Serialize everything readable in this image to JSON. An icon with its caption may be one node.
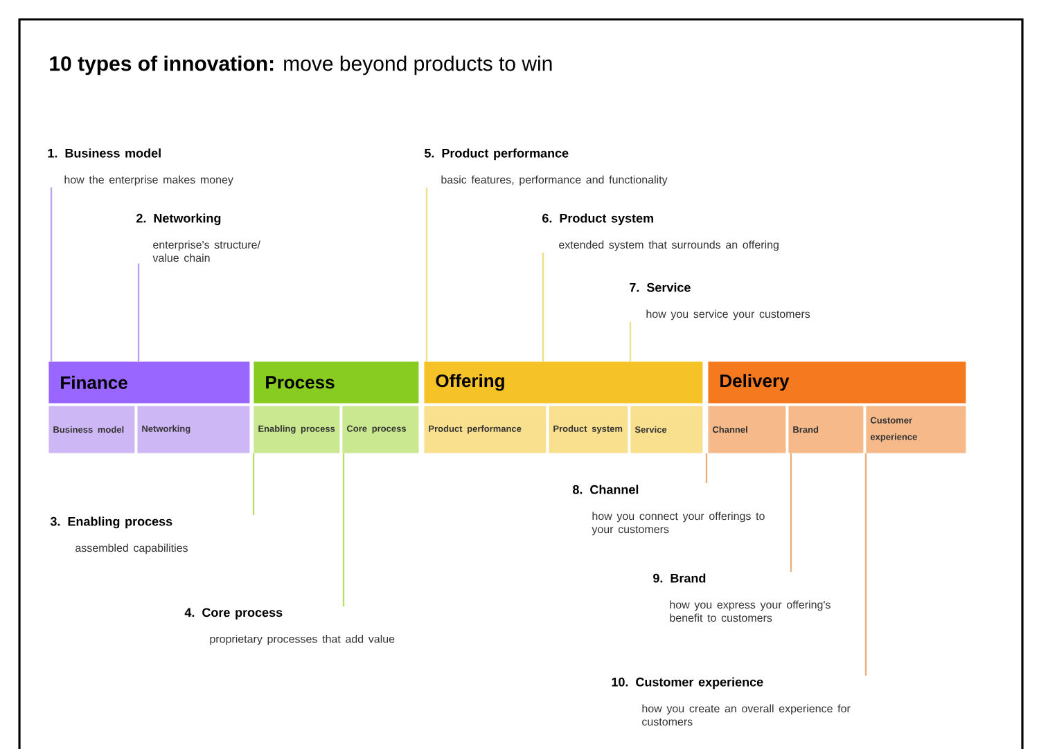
{
  "diagram": {
    "title": "**10 types of innovation:** move beyond products to win",
    "nodes": [
      {
        "text": [
          "1. Business model",
          "how the enterprise makes money"
        ]
      },
      {
        "text": [
          "5. Product performance",
          "basic features, performance and functionality"
        ]
      },
      {
        "text": [
          "2. Networking",
          "enterprise's structure/ value chain"
        ]
      },
      {
        "text": [
          "6. Product system",
          "extended system that surrounds an offering"
        ]
      },
      {
        "text": [
          "7. Service",
          "how you service your customers"
        ]
      },
      {
        "text": [
          "Finance"
        ]
      },
      {
        "text": [
          "Business model"
        ]
      },
      {
        "text": [
          "Networking"
        ]
      },
      {
        "text": [
          "Process"
        ]
      },
      {
        "text": [
          "Enabling process"
        ]
      },
      {
        "text": [
          "Core process"
        ]
      },
      {
        "text": [
          "Offering"
        ]
      },
      {
        "text": [
          "Product performance"
        ]
      },
      {
        "text": [
          "Product system"
        ]
      },
      {
        "text": [
          "Service"
        ]
      },
      {
        "text": [
          "Delivery"
        ]
      },
      {
        "text": [
          "Channel"
        ]
      },
      {
        "text": [
          "Brand"
        ]
      },
      {
        "text": [
          "Customer experience"
        ]
      },
      {
        "text": [
          "8. Channel",
          "how you connect your offerings to your customers"
        ]
      },
      {
        "text": [
          "3. Enabling process",
          "assembled capabilities"
        ]
      },
      {
        "text": [
          "9. Brand",
          "how you express your offering's benefit to customers"
        ]
      },
      {
        "text": [
          "4. Core process",
          "proprietary processes that add value"
        ]
      },
      {
        "text": [
          "10. Customer experience",
          "how you create an overall experience for customers"
        ]
      }
    ],
    "edges": [
      {
        "from": 0,
        "to": 5,
        "arrow": "none",
        "color": "#b9a3ee"
      },
      {
        "from": 2,
        "to": 5,
        "arrow": "none",
        "color": "#b9a3ee"
      },
      {
        "from": 1,
        "to": 11,
        "arrow": "none",
        "color": "#eedf8a"
      },
      {
        "from": 3,
        "to": 11,
        "arrow": "none",
        "color": "#eedf8a"
      },
      {
        "from": 4,
        "to": 11,
        "arrow": "none",
        "color": "#eedf8a"
      },
      {
        "from": 20,
        "to": 9,
        "arrow": "none",
        "color": "#b8dc6a"
      },
      {
        "from": 22,
        "to": 10,
        "arrow": "none",
        "color": "#b8dc6a"
      },
      {
        "from": 19,
        "to": 16,
        "arrow": "none",
        "color": "#e8b07a"
      },
      {
        "from": 21,
        "to": 17,
        "arrow": "none",
        "color": "#e8b07a"
      },
      {
        "from": 23,
        "to": 18,
        "arrow": "none",
        "color": "#e8b07a"
      }
    ]
  }
}
